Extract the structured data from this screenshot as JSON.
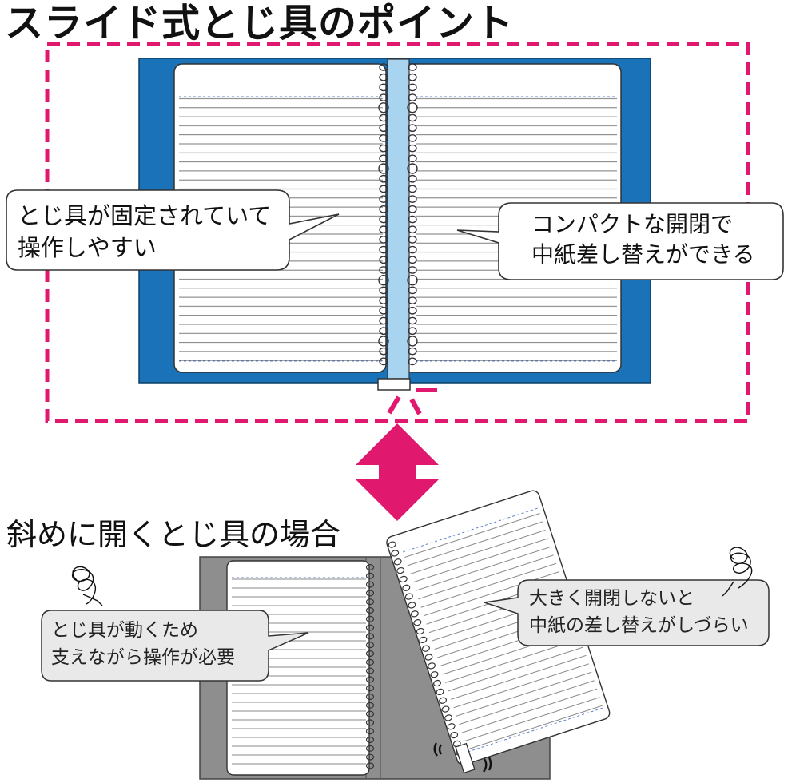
{
  "titles": {
    "top": "スライド式とじ具のポイント",
    "bottom": "斜めに開くとじ具の場合"
  },
  "callouts": {
    "fixed_easy": [
      "とじ具が固定されていて",
      "操作しやすい"
    ],
    "compact_open": [
      "コンパクトな開閉で",
      "中紙差し替えができる"
    ],
    "moves_need_support": [
      "とじ具が動くため",
      "支えながら操作が必要"
    ],
    "hard_to_replace": [
      "大きく開閉しないと",
      "中紙の差し替えがしづらい"
    ]
  },
  "colors": {
    "highlight_pink": "#e0196e",
    "cover_blue": "#1a73b8",
    "spine_light_blue": "#a9d4ef",
    "cover_gray": "#8e8e8e",
    "bubble_fill_white": "#ffffff",
    "bubble_fill_gray": "#e9e9e9"
  },
  "icons": {
    "double_arrow": "vertical-double-arrow-icon",
    "tangle": "tangled-scribble-icon"
  }
}
